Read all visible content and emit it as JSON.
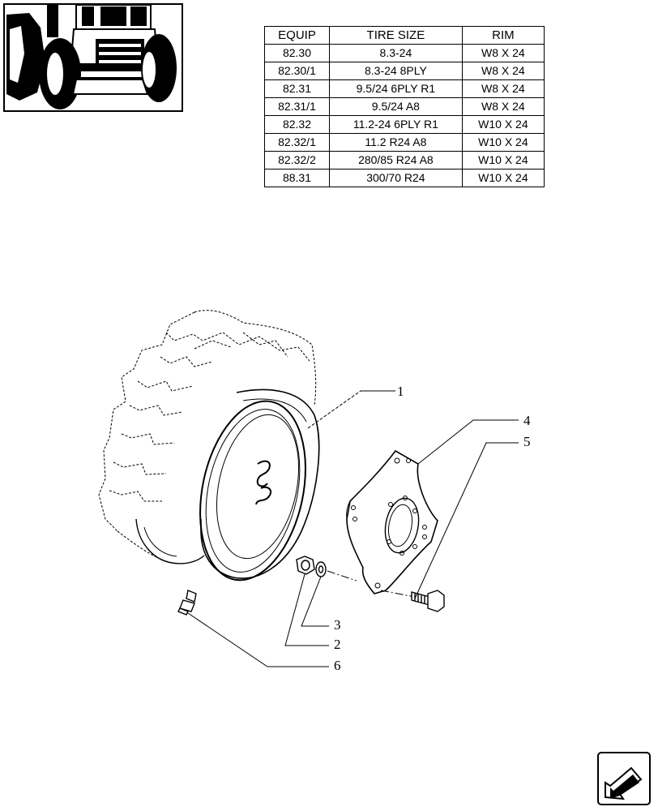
{
  "table": {
    "headers": [
      "EQUIP",
      "TIRE SIZE",
      "RIM"
    ],
    "rows": [
      [
        "82.30",
        "8.3-24",
        "W8 X 24"
      ],
      [
        "82.30/1",
        "8.3-24 8PLY",
        "W8 X 24"
      ],
      [
        "82.31",
        "9.5/24 6PLY R1",
        "W8 X 24"
      ],
      [
        "82.31/1",
        "9.5/24 A8",
        "W8 X 24"
      ],
      [
        "82.32",
        "11.2-24 6PLY R1",
        "W10 X 24"
      ],
      [
        "82.32/1",
        "11.2 R24 A8",
        "W10 X 24"
      ],
      [
        "82.32/2",
        "280/85 R24 A8",
        "W10 X 24"
      ],
      [
        "88.31",
        "300/70 R24",
        "W10 X 24"
      ]
    ]
  },
  "callouts": {
    "c1": "1",
    "c2": "2",
    "c3": "3",
    "c4": "4",
    "c5": "5",
    "c6": "6"
  },
  "icons": {
    "thumbnail": "tractor-front-wheel-thumbnail",
    "navigation": "next-page-arrow-icon"
  }
}
